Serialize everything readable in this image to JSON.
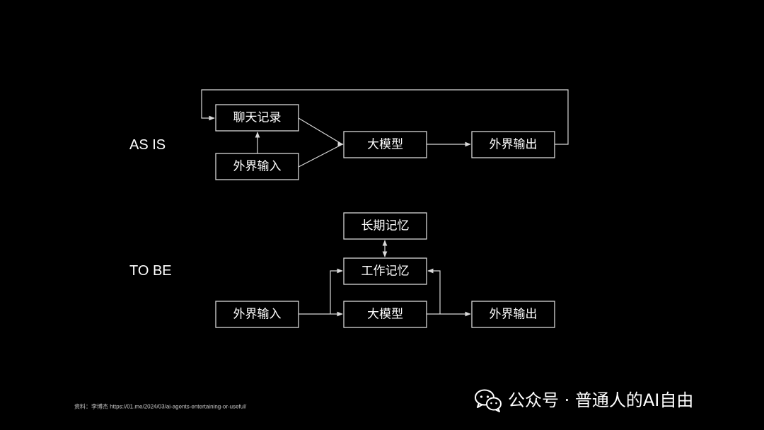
{
  "as_is": {
    "label": "AS IS",
    "chat_history": "聊天记录",
    "external_input": "外界输入",
    "llm": "大模型",
    "external_output": "外界输出"
  },
  "to_be": {
    "label": "TO BE",
    "long_term_memory": "长期记忆",
    "working_memory": "工作记忆",
    "external_input": "外界输入",
    "llm": "大模型",
    "external_output": "外界输出"
  },
  "footer": {
    "source": "资料：李博杰 https://01.me/2024/03/ai-agents-entertaining-or-useful/",
    "brand": "公众号 · 普通人的AI自由",
    "brand_icon": "wechat-icon",
    "brand_icon_color": "#ffffff"
  }
}
